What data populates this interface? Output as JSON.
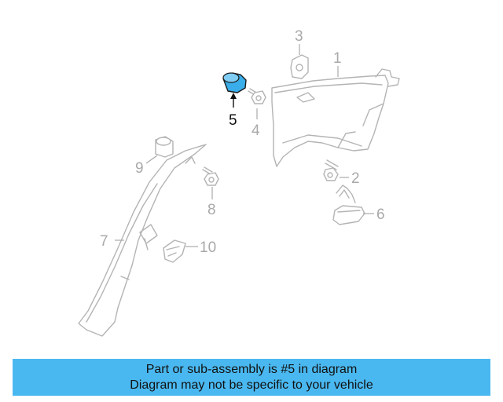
{
  "callouts": {
    "c1": "1",
    "c2": "2",
    "c3": "3",
    "c4": "4",
    "c5": "5",
    "c6": "6",
    "c7": "7",
    "c8": "8",
    "c9": "9",
    "c10": "10"
  },
  "highlight": {
    "part": "5",
    "color": "#3aaeea"
  },
  "caption": {
    "line1": "Part or sub-assembly is #5 in diagram",
    "line2": "Diagram may not be specific to your vehicle",
    "background": "#4ab8f0"
  }
}
